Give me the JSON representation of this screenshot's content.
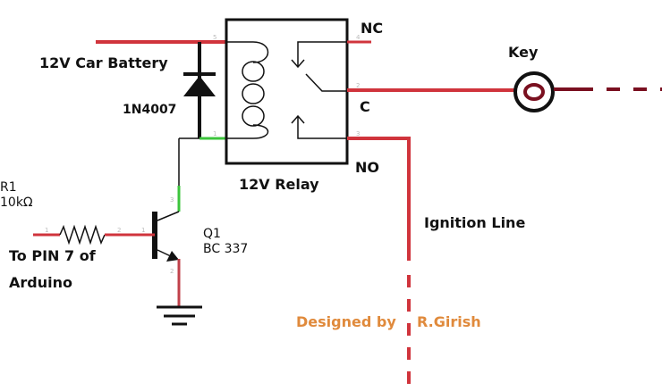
{
  "labels": {
    "battery": "12V Car Battery",
    "diode": "1N4007",
    "nc": "NC",
    "c": "C",
    "no": "NO",
    "relay": "12V Relay",
    "key": "Key",
    "r1_name": "R1",
    "r1_value": "10kΩ",
    "q1_name": "Q1",
    "q1_value": "BC 337",
    "input_line1": "To PIN 7 of",
    "input_line2": "Arduino",
    "ignition": "Ignition Line",
    "credit1": "Designed by",
    "credit2": "R.Girish"
  },
  "pins": {
    "relay_coil_top": "5",
    "relay_coil_bottom": "1",
    "relay_nc": "4",
    "relay_c": "2",
    "relay_no": "3",
    "q_c": "3",
    "q_b": "1",
    "q_e": "2",
    "r_1": "1",
    "r_2": "2"
  },
  "colors": {
    "wire": "#d0343c",
    "green_wire": "#3cc43c",
    "key_ring": "#7a1020",
    "credit": "#e08a3c"
  }
}
